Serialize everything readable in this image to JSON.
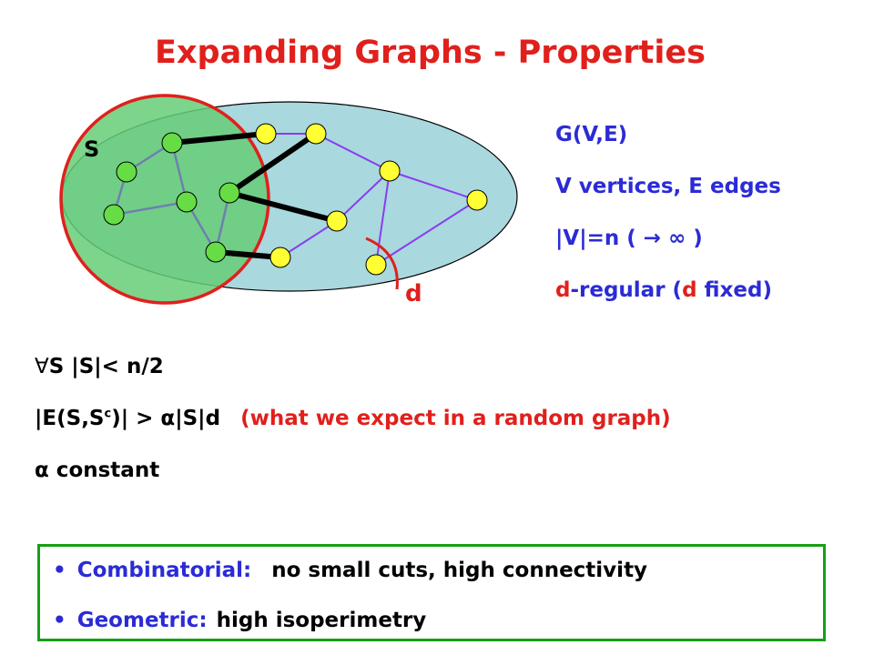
{
  "title": "Expanding Graphs - Properties",
  "diagram": {
    "set_label": "S",
    "degree_label": "d"
  },
  "info": {
    "line1": "G(V,E)",
    "line2": "V vertices, E edges",
    "line3_prefix": "|V|=n  ( ",
    "line3_arrow": "→",
    "line3_suffix": " ∞ )",
    "line4_d1": "d",
    "line4_mid": "-regular (",
    "line4_d2": "d",
    "line4_end": " fixed)"
  },
  "formulas": {
    "forall": "∀",
    "line1_rest": "S |S|< n/2",
    "line2_prefix": "|E(S,S",
    "line2_sup": "c",
    "line2_suffix": ")| > α|S|d",
    "line2_note": "(what we expect in a random graph)",
    "line3": "α constant"
  },
  "box": {
    "items": [
      {
        "bullet": "•",
        "term": "Combinatorial:",
        "desc": "no small cuts, high connectivity"
      },
      {
        "bullet": "•",
        "term": "Geometric:",
        "desc": "high isoperimetry"
      }
    ]
  },
  "colors": {
    "title": "#e0201c",
    "info_text": "#2b2bd6",
    "ellipse_fill": "#a9d8de",
    "set_fill": "#66cc77",
    "set_stroke": "#e0201c",
    "node_green": "#66dd44",
    "node_yellow": "#ffff33",
    "edge_gray": "#6f7fb0",
    "edge_purple": "#8a3cf0",
    "box_border": "#14a014"
  }
}
